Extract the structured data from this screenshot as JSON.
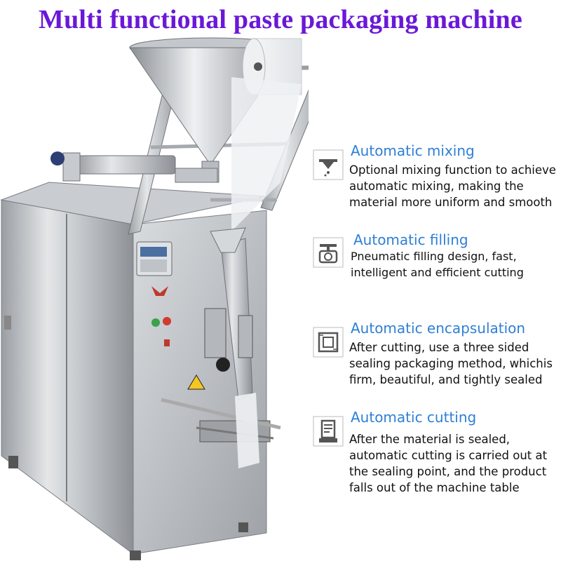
{
  "title": "Multi functional paste packaging machine",
  "colors": {
    "title": "#6a18d8",
    "feature_title": "#2e7fd6",
    "text": "#111111",
    "icon_stroke": "#555555"
  },
  "features": [
    {
      "title": "Automatic mixing",
      "icon": "mixer-icon",
      "description": "Optional mixing function to achieve automatic mixing, making the material more uniform and smooth"
    },
    {
      "title": "Automatic filling",
      "icon": "scale-icon",
      "description": "Pneumatic filling design, fast, intelligent and efficient cutting"
    },
    {
      "title": "Automatic encapsulation",
      "icon": "film-seal-icon",
      "description": "After cutting, use a three sided sealing packaging method, whichis firm, beautiful, and tightly sealed"
    },
    {
      "title": "Automatic cutting",
      "icon": "receipt-cutter-icon",
      "description": "After the material is sealed, automatic cutting is carried out at the sealing point, and the product falls out of the machine table"
    }
  ],
  "machine": {
    "image": "stainless-steel-paste-packaging-machine"
  }
}
